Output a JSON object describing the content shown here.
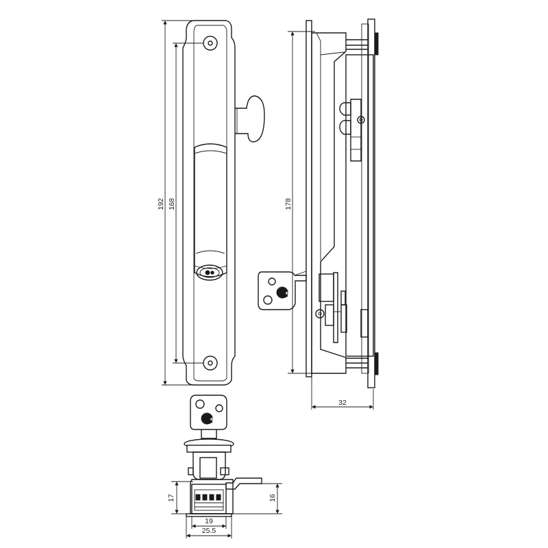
{
  "dimensions": {
    "overall_height": "192",
    "hole_spacing": "168",
    "side_height": "178",
    "depth": "32",
    "cylinder_height_left": "17",
    "cylinder_height_right": "16",
    "cylinder_width": "19",
    "flange_width": "25.5"
  }
}
